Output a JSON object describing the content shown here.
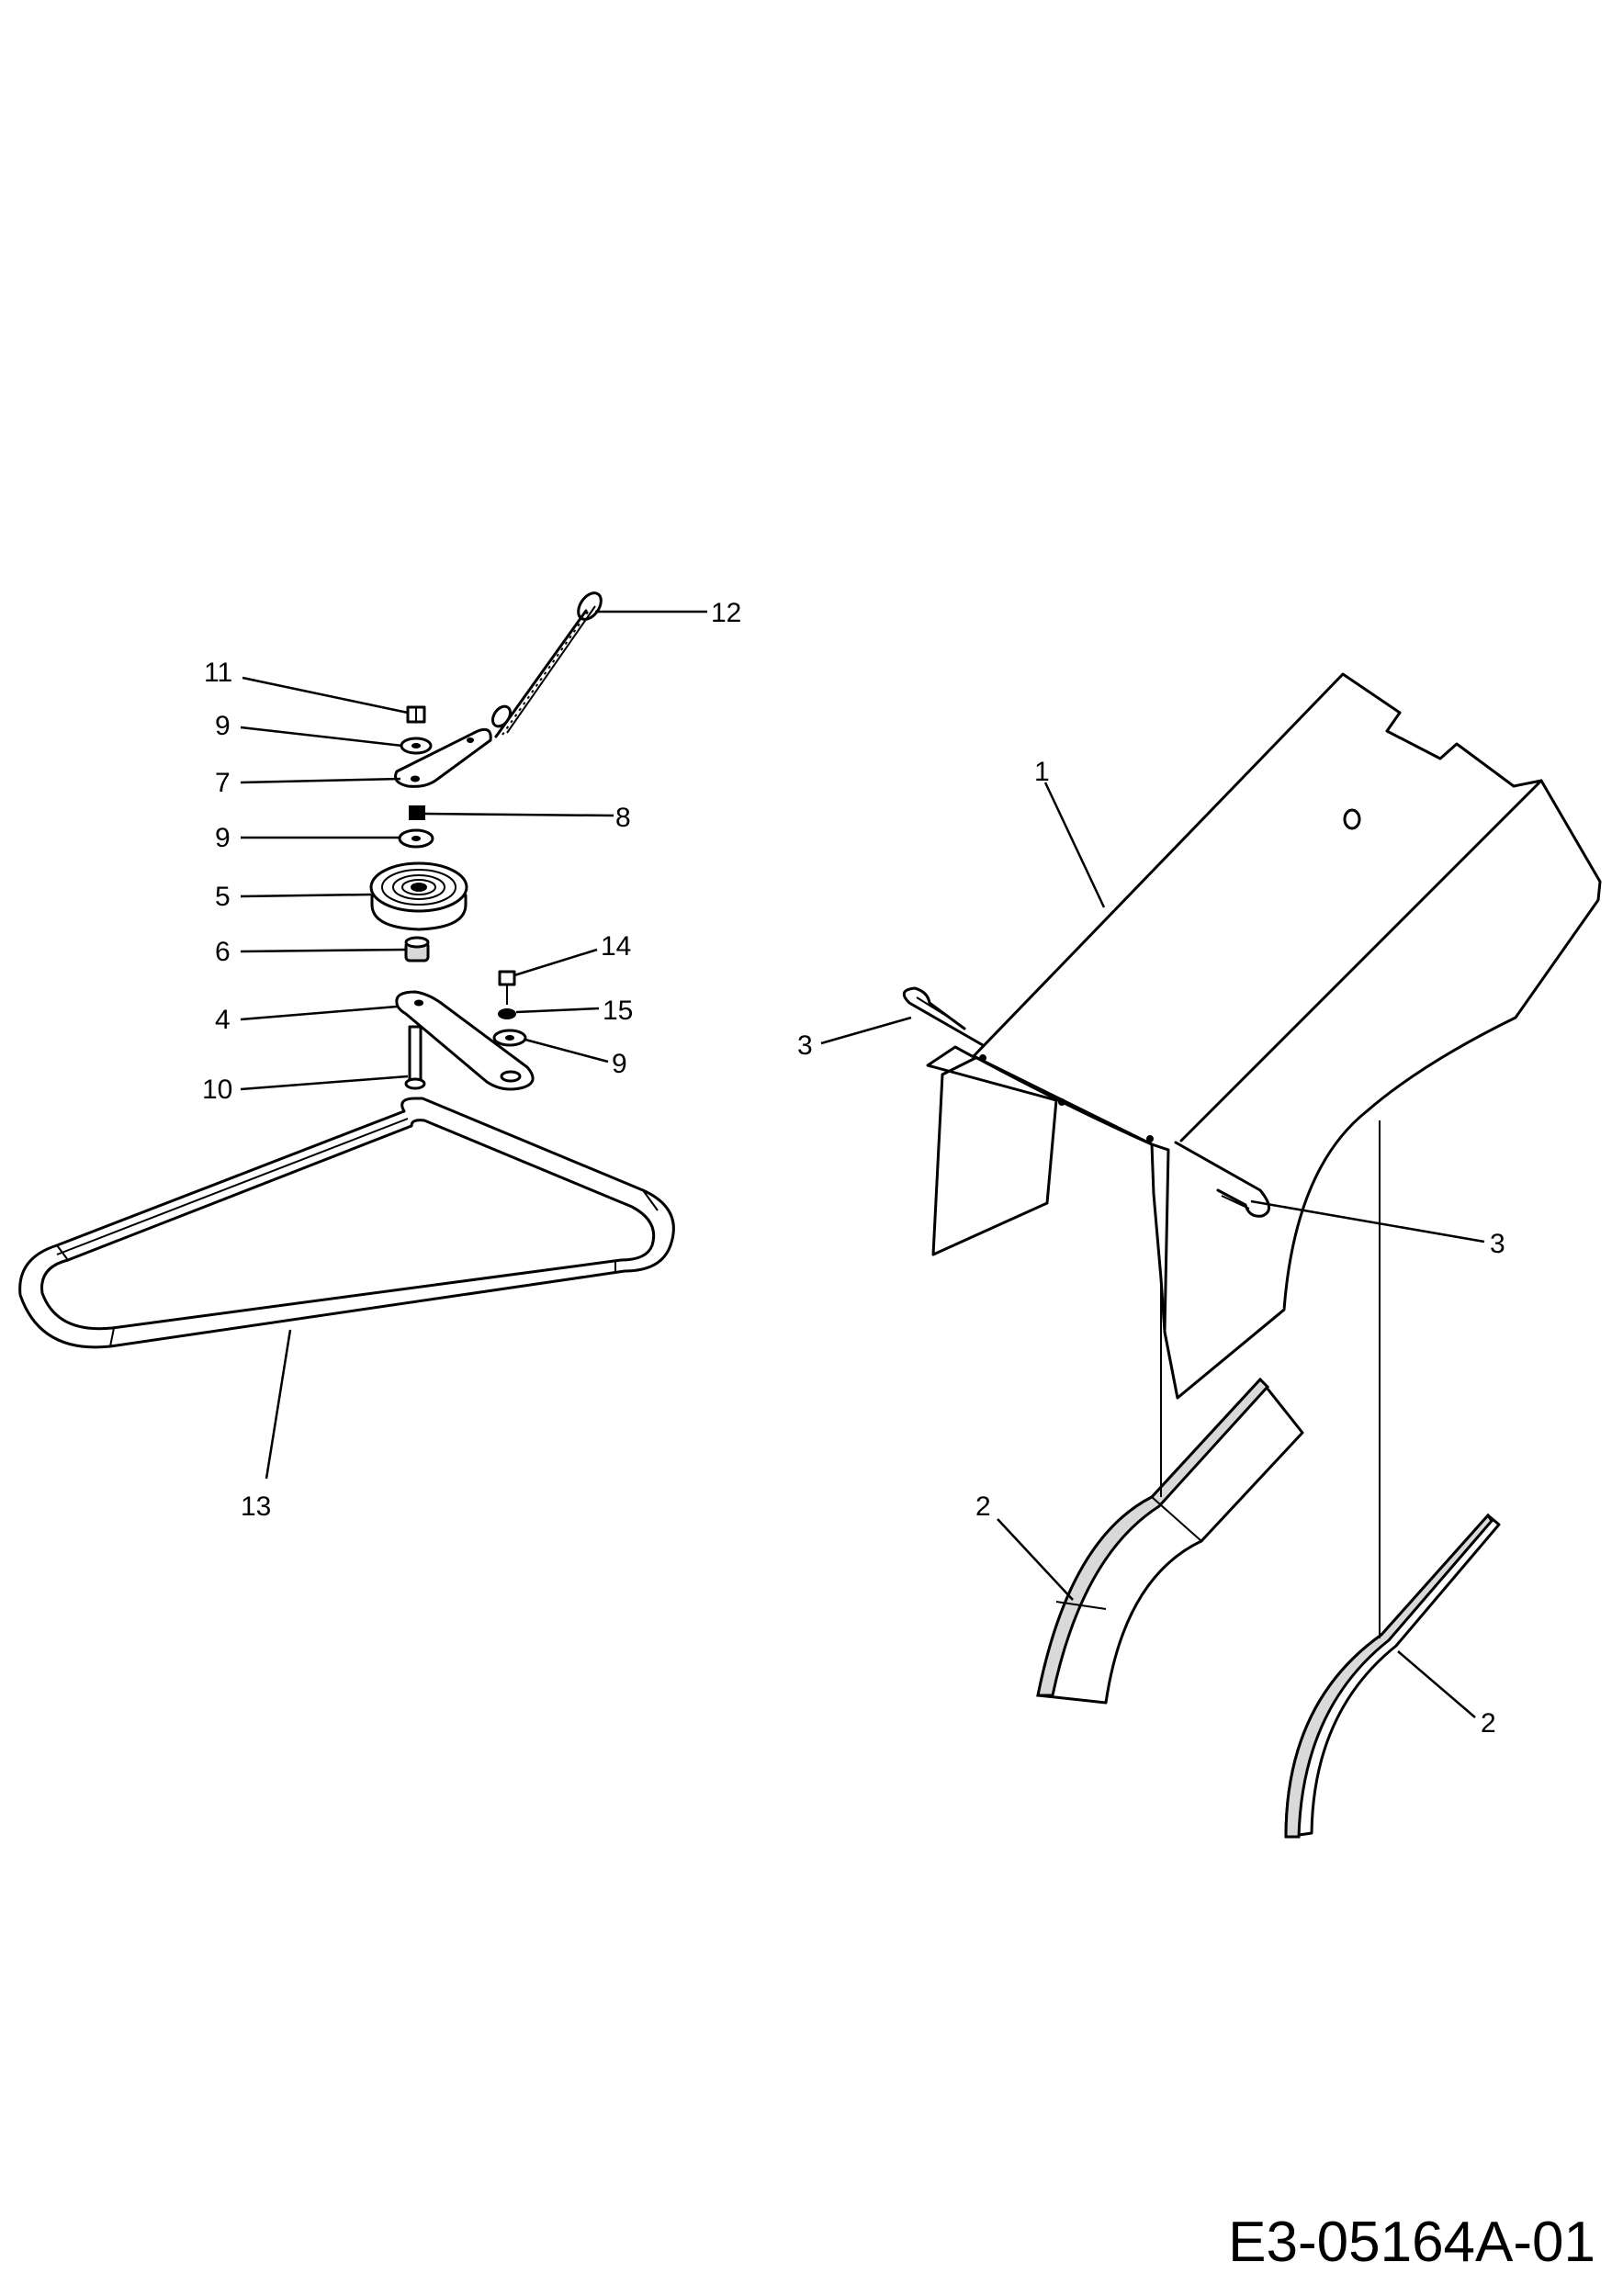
{
  "drawing_code": "E3-05164A-01",
  "callouts": {
    "c1": "1",
    "c2a": "2",
    "c2b": "2",
    "c3a": "3",
    "c3b": "3",
    "c4": "4",
    "c5": "5",
    "c6": "6",
    "c7": "7",
    "c8": "8",
    "c9a": "9",
    "c9b": "9",
    "c9c": "9",
    "c10": "10",
    "c11": "11",
    "c12": "12",
    "c13": "13",
    "c14": "14",
    "c15": "15"
  }
}
